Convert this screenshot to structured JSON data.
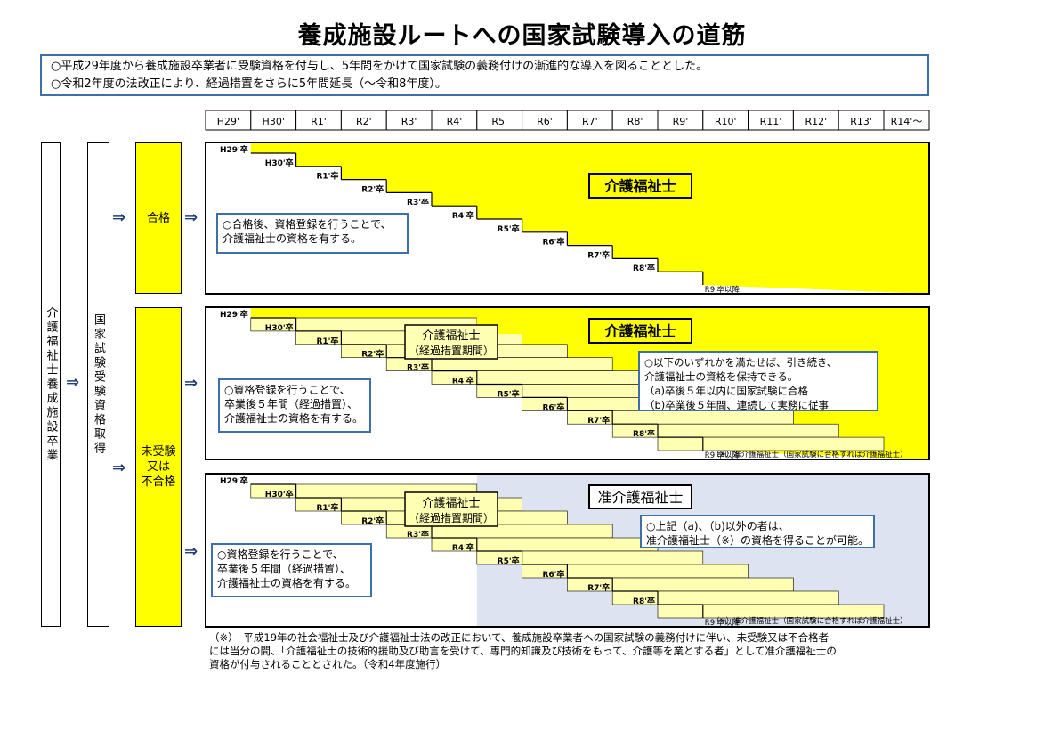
{
  "title": "養成施設ルートへの国家試験導入の道筋",
  "summary": {
    "line1": "○平成29年度から養成施設卒業者に受験資格を付与し、5年間をかけて国家試験の義務付けの漸進的な導入を図ることとした。",
    "line2": "○令和2年度の法改正により、経過措置をさらに5年間延長（～令和8年度）。"
  },
  "year_headers": [
    "H29'",
    "H30'",
    "R1'",
    "R2'",
    "R3'",
    "R4'",
    "R5'",
    "R6'",
    "R7'",
    "R8'",
    "R9'",
    "R10'",
    "R11'",
    "R12'",
    "R13'",
    "R14'～"
  ],
  "grad_labels": [
    "H29'卒",
    "H30'卒",
    "R1'卒",
    "R2'卒",
    "R3'卒",
    "R4'卒",
    "R5'卒",
    "R6'卒",
    "R7'卒",
    "R8'卒"
  ],
  "after_label": "R9'卒以降",
  "left_columns": {
    "graduate": "介護福祉士養成施設卒業",
    "eligibility": "国家試験受験資格取得"
  },
  "outcomes": {
    "pass": "合格",
    "fail_line1": "未受験",
    "fail_line2": "又は",
    "fail_line3": "不合格"
  },
  "arrow_glyph": "⇒",
  "panel1": {
    "label": "介護福祉士",
    "note_line1": "○合格後、資格登録を行うことで、",
    "note_line2": "介護福祉士の資格を有する。"
  },
  "panel2": {
    "label": "介護福祉士",
    "transition_line1": "介護福祉士",
    "transition_line2": "（経過措置期間）",
    "note_line1": "○資格登録を行うことで、",
    "note_line2": "卒業後５年間（経過措置）、",
    "note_line3": "介護福祉士の資格を有する。",
    "cond_line1": "○以下のいずれかを満たせば、引き続き、",
    "cond_line2": "介護福祉士の資格を保持できる。",
    "cond_line3": "（a)卒後５年以内に国家試験に合格",
    "cond_line4": "（b)卒業後５年間、連続して実務に従事",
    "asterisk_note": "（※）准介護福祉士（国家試験に合格すれば介護福祉士）"
  },
  "panel3": {
    "label": "准介護福祉士",
    "transition_line1": "介護福祉士",
    "transition_line2": "（経過措置期間）",
    "note_line1": "○資格登録を行うことで、",
    "note_line2": "卒業後５年間（経過措置）、",
    "note_line3": "介護福祉士の資格を有する。",
    "cond_line1": "○上記（a)、（b)以外の者は、",
    "cond_line2": "准介護福祉士（※）の資格を得ることが可能。",
    "asterisk_note": "（※）准介護福祉士（国家試験に合格すれば介護福祉士）"
  },
  "footnote": {
    "line1": "（※）　平成19年の社会福祉士及び介護福祉士法の改正において、養成施設卒業者への国家試験の義務付けに伴い、未受験又は不合格者",
    "line2": "には当分の間、「介護福祉士の技術的援助及び助言を受けて、専門的知識及び技術をもって、介護等を業とする者」として准介護福祉士の",
    "line3": "資格が付与されることとされた。（令和4年度施行）"
  },
  "colors": {
    "yellow": "#ffff00",
    "pale_yellow": "#ffffb4",
    "lavender": "#dde3f0",
    "border_blue": "#3d6fa8",
    "dark_blue": "#1f3f7a"
  }
}
